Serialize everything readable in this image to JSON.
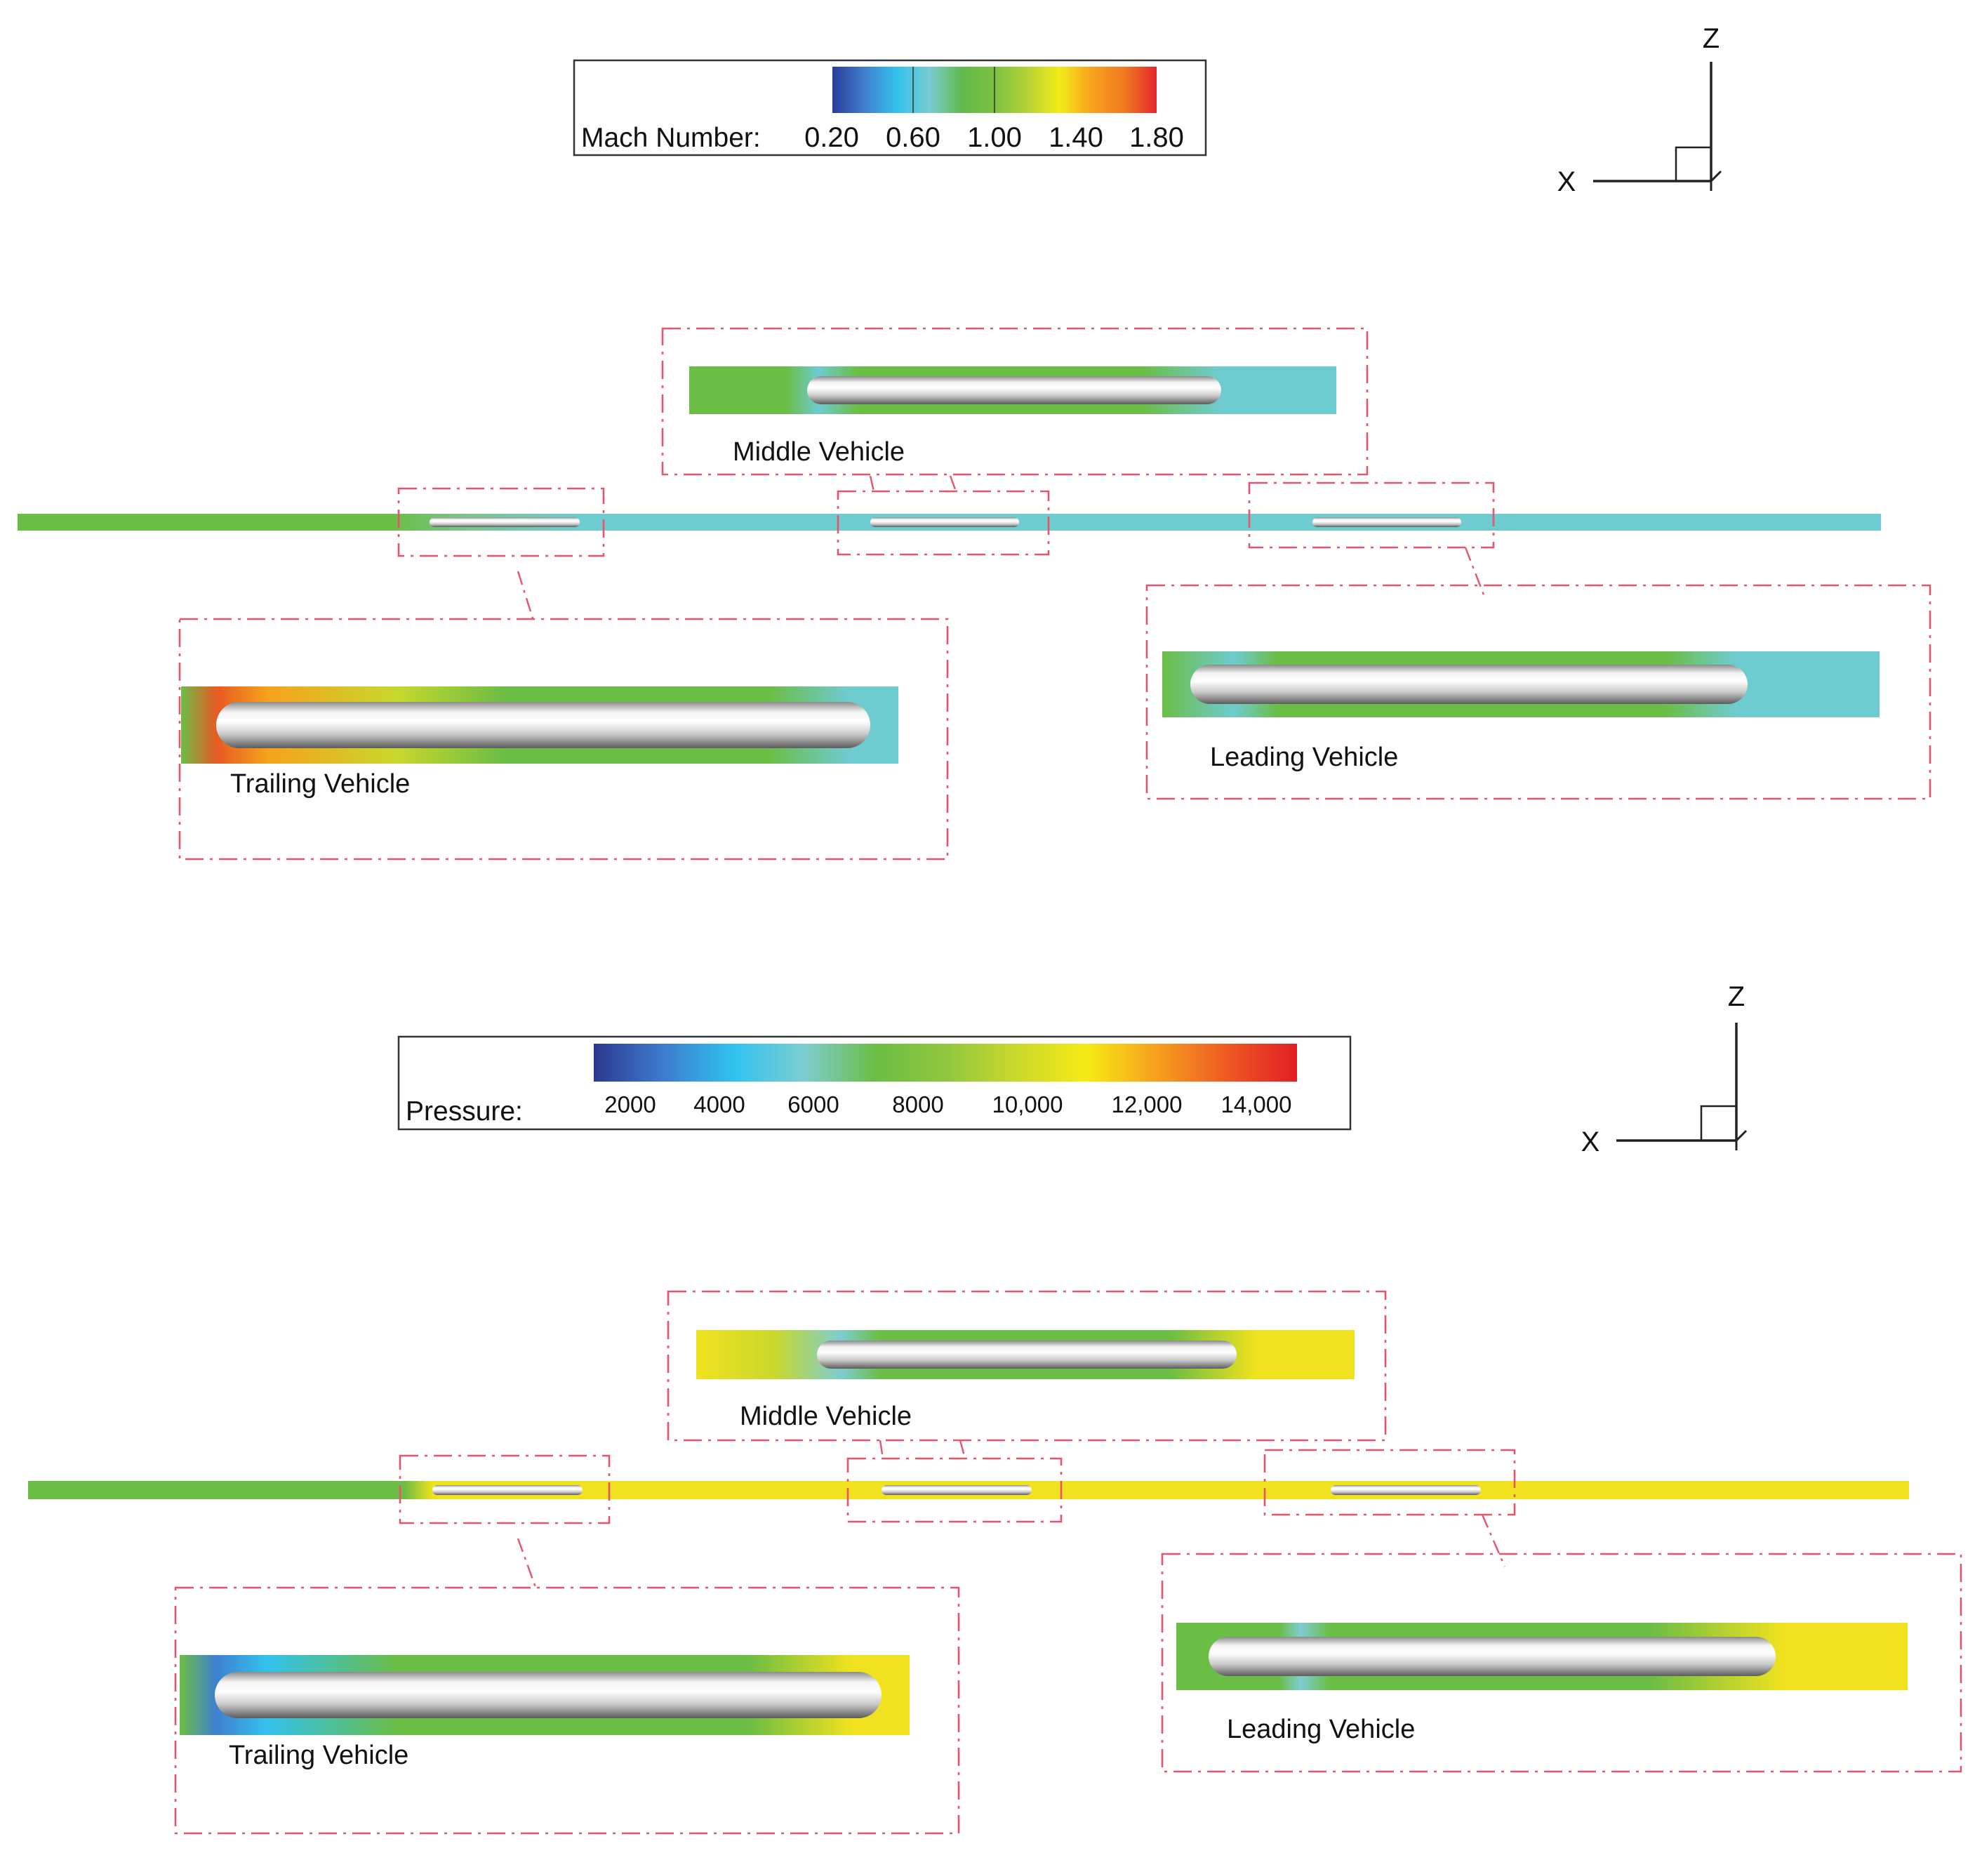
{
  "colors": {
    "green": "#6cbd45",
    "cyan": "#6ecbd0",
    "yellow": "#f0e21e",
    "callout_border": "#e8546a"
  },
  "mach_panel": {
    "legend": {
      "title": "Mach Number:",
      "ticks": [
        "0.20",
        "0.60",
        "1.00",
        "1.40",
        "1.80"
      ],
      "colormap": [
        "#2a3d98",
        "#3f7fd0",
        "#33c2ee",
        "#78cdd2",
        "#62b94a",
        "#7dc142",
        "#b2d235",
        "#f3ec18",
        "#f7a21c",
        "#f07a22",
        "#e7262b"
      ]
    },
    "axes": {
      "z": "Z",
      "x": "X"
    },
    "labels": {
      "middle": "Middle Vehicle",
      "trailing": "Trailing Vehicle",
      "leading": "Leading Vehicle"
    }
  },
  "pressure_panel": {
    "legend": {
      "title": "Pressure:",
      "ticks": [
        "2000",
        "4000",
        "6000",
        "8000",
        "10,000",
        "12,000",
        "14,000"
      ],
      "colormap": [
        "#2b3990",
        "#3d7dcf",
        "#30c3ef",
        "#7dcdd0",
        "#6cbd45",
        "#8fc73e",
        "#c9d82c",
        "#f6eb14",
        "#f6a01d",
        "#ee5a24",
        "#e31e25"
      ]
    },
    "axes": {
      "z": "Z",
      "x": "X"
    },
    "labels": {
      "middle": "Middle Vehicle",
      "trailing": "Trailing Vehicle",
      "leading": "Leading Vehicle"
    }
  }
}
